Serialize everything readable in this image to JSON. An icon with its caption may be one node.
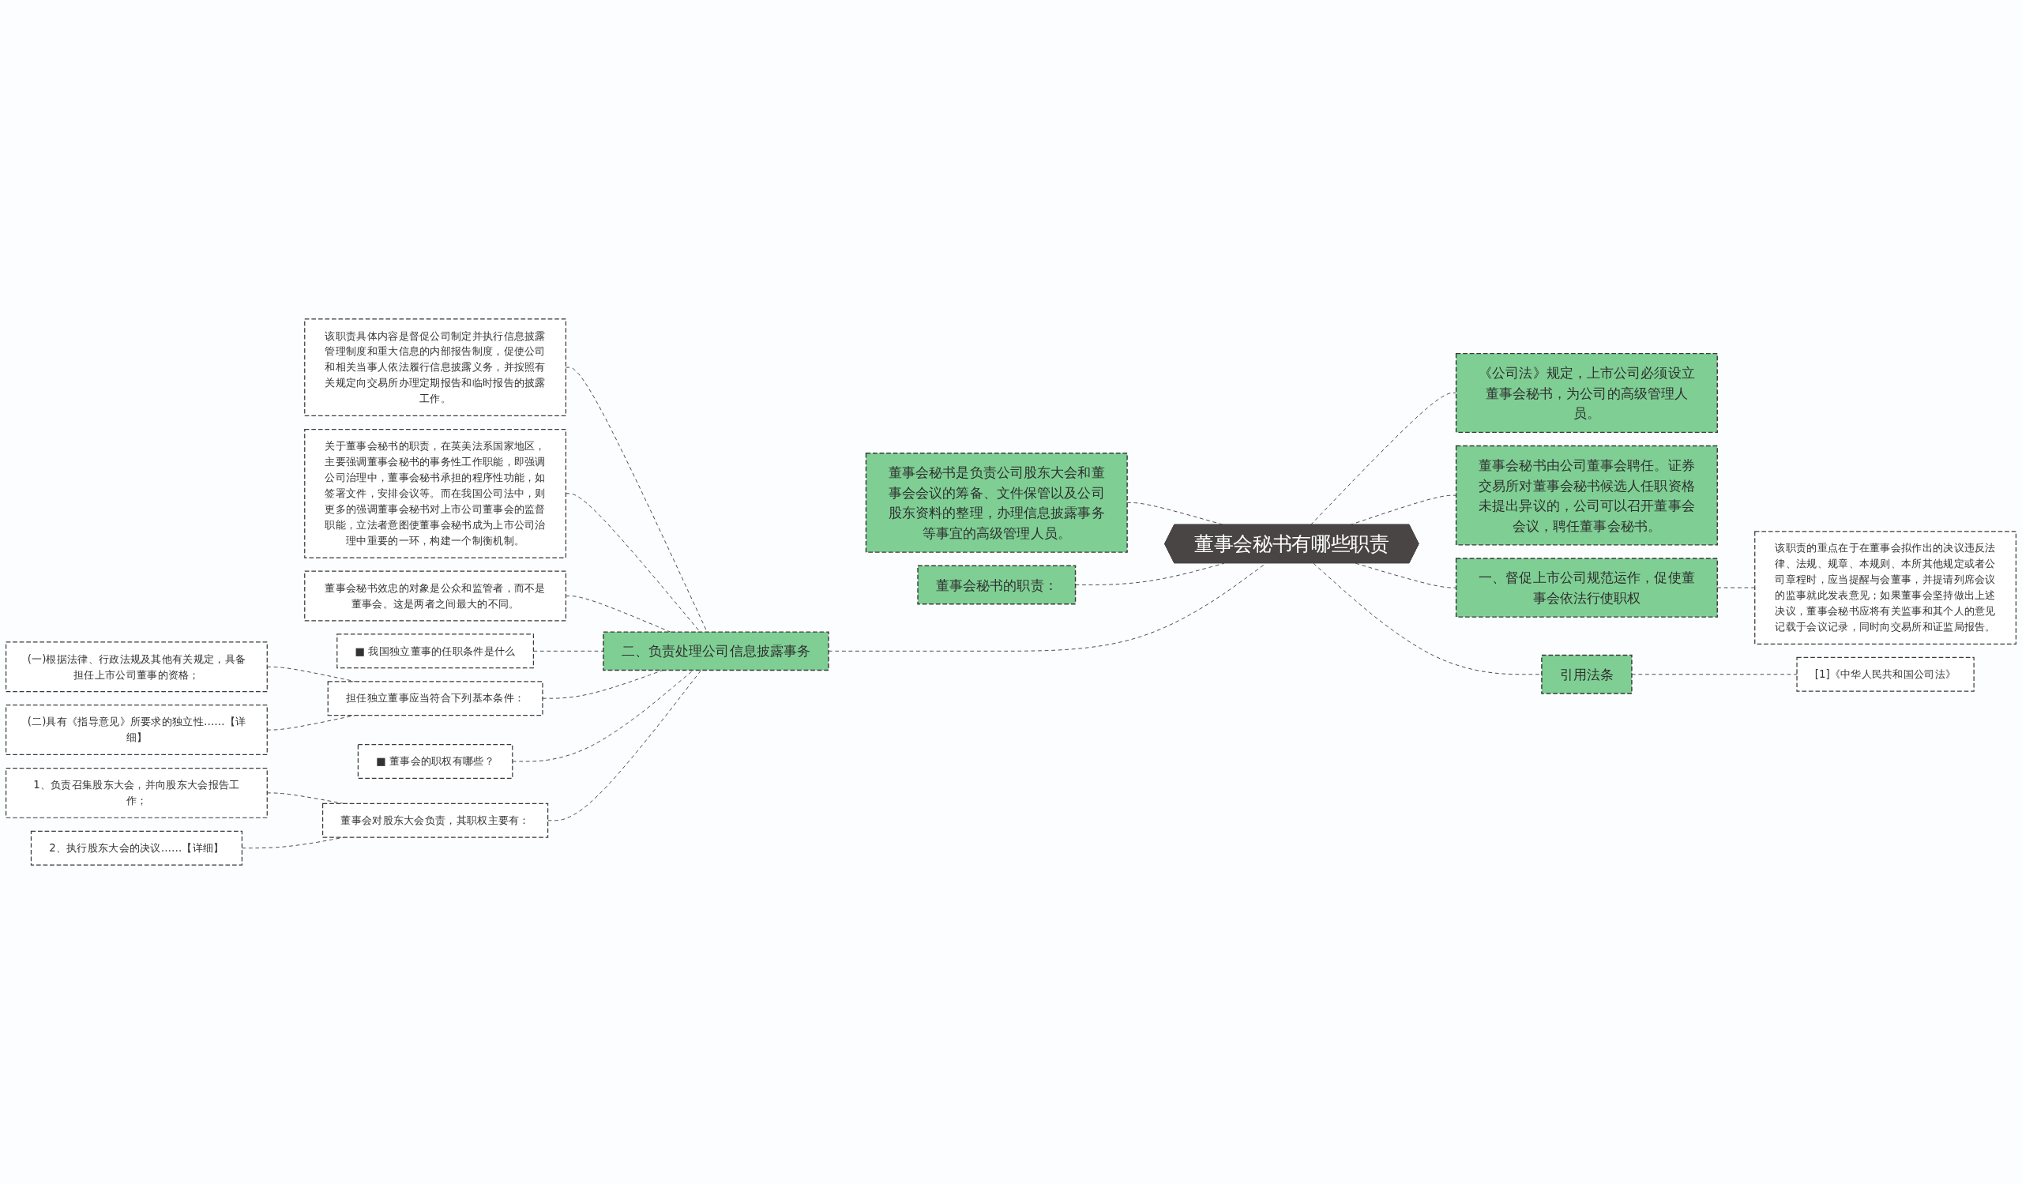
{
  "diagram": {
    "nodes": [
      {
        "text": [
          "董事会秘书有哪些职责"
        ]
      },
      {
        "text": [
          "董事会秘书是负责公司股东大会和董事会会议的筹备、文件保管以及公司股东资料的整理，办理信息披露事务等事宜的高级管理人员。"
        ]
      },
      {
        "text": [
          "董事会秘书的职责："
        ]
      },
      {
        "text": [
          "该职责具体内容是督促公司制定并执行信息披露管理制度和重大信息的内部报告制度，促使公司和相关当事人依法履行信息披露义务，并按照有关规定向交易所办理定期报告和临时报告的披露工作。"
        ]
      },
      {
        "text": [
          "关于董事会秘书的职责，在英美法系国家地区，主要强调董事会秘书的事务性工作职能，即强调公司治理中，董事会秘书承担的程序性功能，如签署文件，安排会议等。而在我国公司法中，则更多的强调董事会秘书对上市公司董事会的监督职能，立法者意图使董事会秘书成为上市公司治理中重要的一环，构建一个制衡机制。"
        ]
      },
      {
        "text": [
          "董事会秘书效忠的对象是公众和监管者，而不是董事会。这是两者之间最大的不同。"
        ]
      },
      {
        "text": [
          "■ 我国独立董事的任职条件是什么"
        ]
      },
      {
        "text": [
          "(一)根据法律、行政法规及其他有关规定，具备担任上市公司董事的资格；"
        ]
      },
      {
        "text": [
          "(二)具有《指导意见》所要求的独立性……【详细】"
        ]
      },
      {
        "text": [
          "担任独立董事应当符合下列基本条件："
        ]
      },
      {
        "text": [
          "■ 董事会的职权有哪些？"
        ]
      },
      {
        "text": [
          "1、负责召集股东大会，并向股东大会报告工作；"
        ]
      },
      {
        "text": [
          "2、执行股东大会的决议……【详细】"
        ]
      },
      {
        "text": [
          "董事会对股东大会负责，其职权主要有："
        ]
      },
      {
        "text": [
          "二、负责处理公司信息披露事务"
        ]
      },
      {
        "text": [
          "《公司法》规定，上市公司必须设立董事会秘书，为公司的高级管理人员。"
        ]
      },
      {
        "text": [
          "董事会秘书由公司董事会聘任。证券交易所对董事会秘书候选人任职资格未提出异议的，公司可以召开董事会会议，聘任董事会秘书。"
        ]
      },
      {
        "text": [
          "一、督促上市公司规范运作，促使董事会依法行使职权"
        ]
      },
      {
        "text": [
          "该职责的重点在于在董事会拟作出的决议违反法律、法规、规章、本规则、本所其他规定或者公司章程时，应当提醒与会董事，并提请列席会议的监事就此发表意见；如果董事会坚持做出上述决议，董事会秘书应将有关监事和其个人的意见记载于会议记录，同时向交易所和证监局报告。"
        ]
      },
      {
        "text": [
          "引用法条"
        ]
      },
      {
        "text": [
          "[1]《中华人民共和国公司法》"
        ]
      }
    ],
    "edges": [
      {
        "from": 1,
        "to": 0,
        "arrow": "none",
        "style": "dashed"
      },
      {
        "from": 2,
        "to": 0,
        "arrow": "none",
        "style": "dashed"
      },
      {
        "from": 3,
        "to": 14,
        "arrow": "none",
        "style": "dashed"
      },
      {
        "from": 4,
        "to": 14,
        "arrow": "none",
        "style": "dashed"
      },
      {
        "from": 5,
        "to": 14,
        "arrow": "none",
        "style": "dashed"
      },
      {
        "from": 6,
        "to": 14,
        "arrow": "none",
        "style": "dashed"
      },
      {
        "from": 7,
        "to": 9,
        "arrow": "none",
        "style": "dashed"
      },
      {
        "from": 8,
        "to": 9,
        "arrow": "none",
        "style": "dashed"
      },
      {
        "from": 9,
        "to": 14,
        "arrow": "none",
        "style": "dashed"
      },
      {
        "from": 10,
        "to": 14,
        "arrow": "none",
        "style": "dashed"
      },
      {
        "from": 11,
        "to": 13,
        "arrow": "none",
        "style": "dashed"
      },
      {
        "from": 12,
        "to": 13,
        "arrow": "none",
        "style": "dashed"
      },
      {
        "from": 13,
        "to": 14,
        "arrow": "none",
        "style": "dashed"
      },
      {
        "from": 14,
        "to": 0,
        "arrow": "none",
        "style": "dashed"
      },
      {
        "from": 0,
        "to": 15,
        "arrow": "none",
        "style": "dashed"
      },
      {
        "from": 0,
        "to": 16,
        "arrow": "none",
        "style": "dashed"
      },
      {
        "from": 0,
        "to": 17,
        "arrow": "none",
        "style": "dashed"
      },
      {
        "from": 17,
        "to": 18,
        "arrow": "none",
        "style": "dashed"
      },
      {
        "from": 0,
        "to": 19,
        "arrow": "none",
        "style": "dashed"
      },
      {
        "from": 19,
        "to": 20,
        "arrow": "none",
        "style": "dashed"
      }
    ]
  }
}
